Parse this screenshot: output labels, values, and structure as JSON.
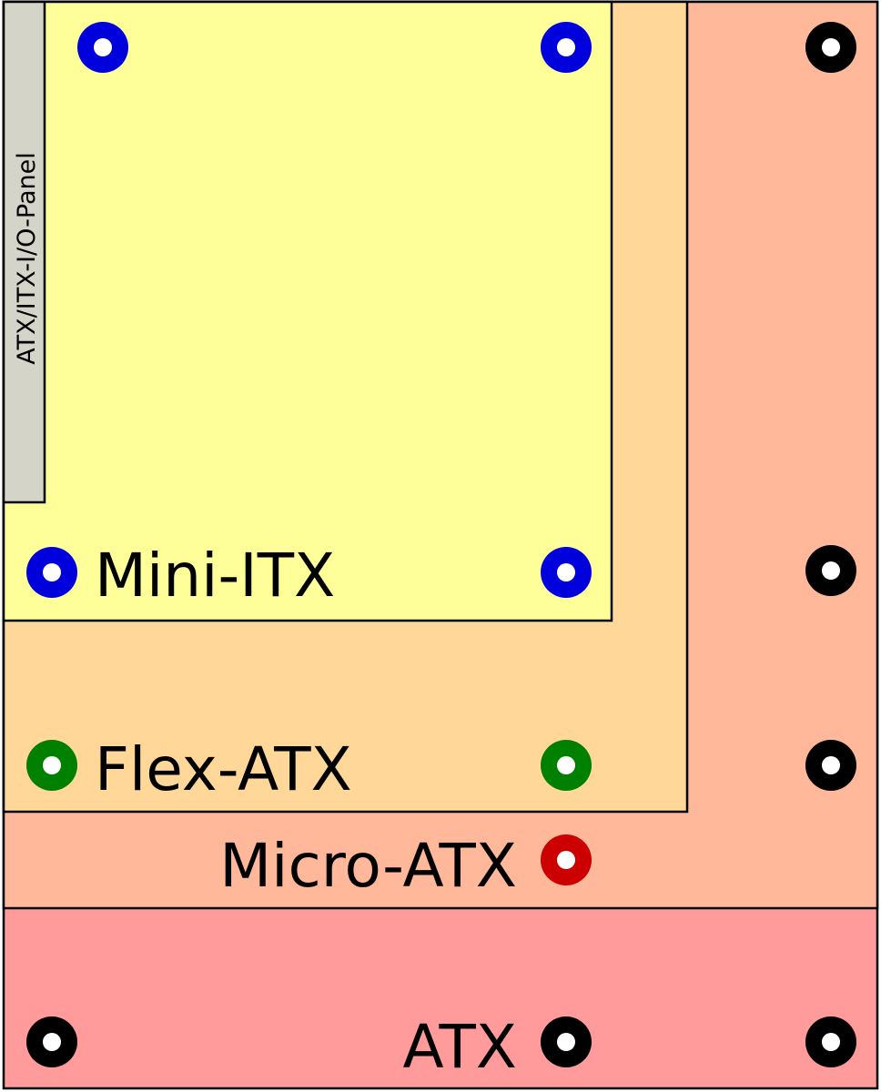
{
  "boards": {
    "atx": {
      "label": "ATX",
      "color": "#ff9b9b"
    },
    "micro_atx": {
      "label": "Micro-ATX",
      "color": "#ffb899"
    },
    "flex_atx": {
      "label": "Flex-ATX",
      "color": "#ffd899"
    },
    "mini_itx": {
      "label": "Mini-ITX",
      "color": "#ffff99"
    }
  },
  "io_panel": {
    "label": "ATX/ITX-I/O-Panel",
    "color": "#d4d4c8"
  },
  "hole_colors": {
    "mini_itx": "#0000dd",
    "flex_atx": "#008000",
    "micro_atx": "#cc0000",
    "atx": "#000000",
    "inner": "#ffffff"
  }
}
